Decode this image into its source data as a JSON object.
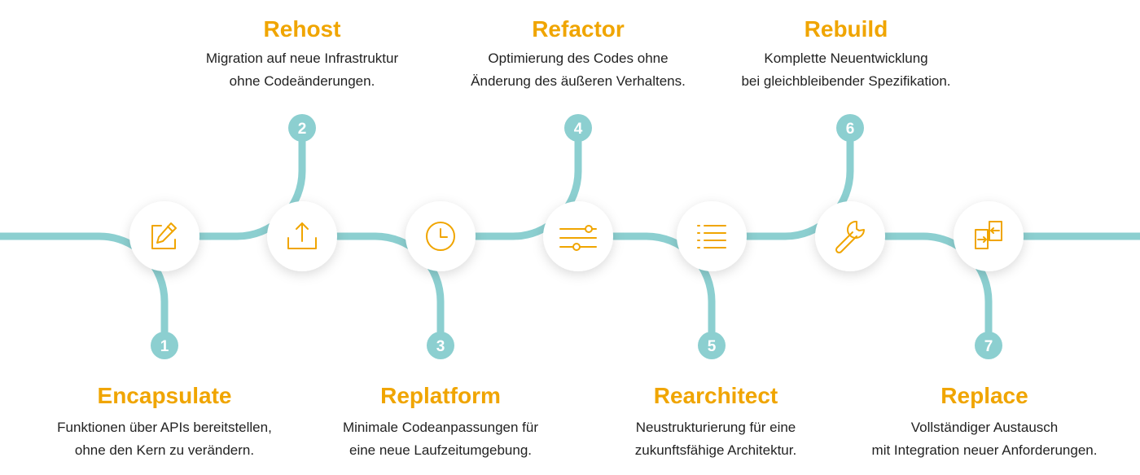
{
  "colors": {
    "line": "#8ccfd0",
    "accent": "#f0a500",
    "text": "#222222",
    "circle_fill": "#ffffff"
  },
  "steps": [
    {
      "number": "1",
      "title": "Encapsulate",
      "desc1": "Funktionen über APIs bereitstellen,",
      "desc2": "ohne den Kern zu verändern.",
      "icon": "edit-icon",
      "position": "bottom"
    },
    {
      "number": "2",
      "title": "Rehost",
      "desc1": "Migration auf neue Infrastruktur",
      "desc2": "ohne Codeänderungen.",
      "icon": "upload-icon",
      "position": "top"
    },
    {
      "number": "3",
      "title": "Replatform",
      "desc1": "Minimale Codeanpassungen für",
      "desc2": "eine neue Laufzeitumgebung.",
      "icon": "clock-icon",
      "position": "bottom"
    },
    {
      "number": "4",
      "title": "Refactor",
      "desc1": "Optimierung des Codes ohne",
      "desc2": "Änderung des äußeren Verhaltens.",
      "icon": "sliders-icon",
      "position": "top"
    },
    {
      "number": "5",
      "title": "Rearchitect",
      "desc1": "Neustrukturierung für eine",
      "desc2": "zukunftsfähige Architektur.",
      "icon": "list-icon",
      "position": "bottom"
    },
    {
      "number": "6",
      "title": "Rebuild",
      "desc1": "Komplette Neuentwicklung",
      "desc2": "bei gleichbleibender Spezifikation.",
      "icon": "wrench-icon",
      "position": "top"
    },
    {
      "number": "7",
      "title": "Replace",
      "desc1": "Vollständiger Austausch",
      "desc2": "mit Integration neuer Anforderungen.",
      "icon": "swap-icon",
      "position": "bottom"
    }
  ]
}
